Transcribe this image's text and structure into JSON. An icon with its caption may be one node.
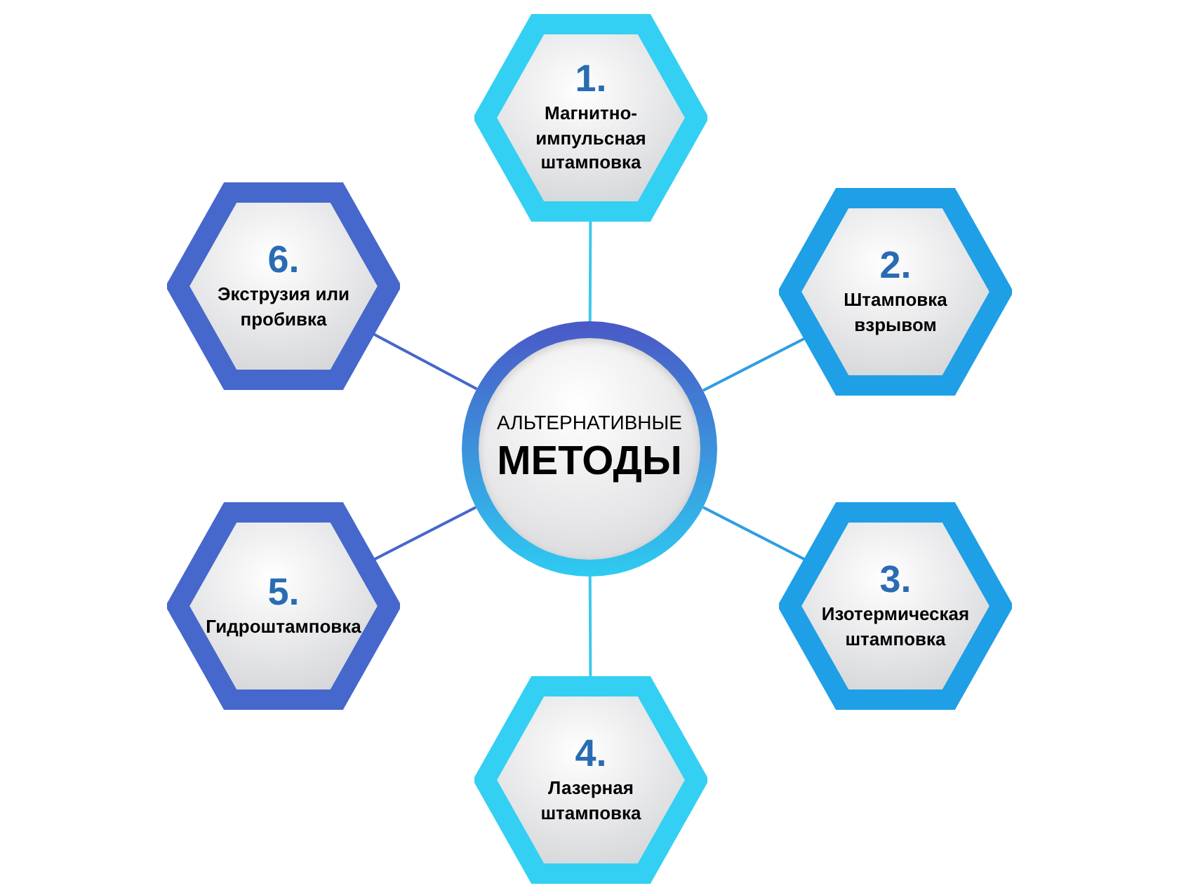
{
  "diagram": {
    "nodes": [
      {
        "text": [
          "АЛЬТЕРНАТИВНЫЕ",
          "МЕТОДЫ"
        ]
      },
      {
        "text": [
          "1.",
          "Магнитно-импульсная штамповка"
        ]
      },
      {
        "text": [
          "2.",
          "Штамповка взрывом"
        ]
      },
      {
        "text": [
          "3.",
          "Изотермическая штамповка"
        ]
      },
      {
        "text": [
          "4.",
          "Лазерная штамповка"
        ]
      },
      {
        "text": [
          "5.",
          "Гидроштамповка"
        ]
      },
      {
        "text": [
          "6.",
          "Экструзия или пробивка"
        ]
      }
    ],
    "edges": [
      {
        "from": 0,
        "to": 1,
        "arrow": "none",
        "color": "#3cc8ee"
      },
      {
        "from": 0,
        "to": 2,
        "arrow": "none",
        "color": "#2f9de2"
      },
      {
        "from": 0,
        "to": 3,
        "arrow": "none",
        "color": "#2f9de2"
      },
      {
        "from": 0,
        "to": 4,
        "arrow": "none",
        "color": "#3cc8ee"
      },
      {
        "from": 0,
        "to": 5,
        "arrow": "none",
        "color": "#4766cc"
      },
      {
        "from": 0,
        "to": 6,
        "arrow": "none",
        "color": "#4766cc"
      }
    ]
  }
}
